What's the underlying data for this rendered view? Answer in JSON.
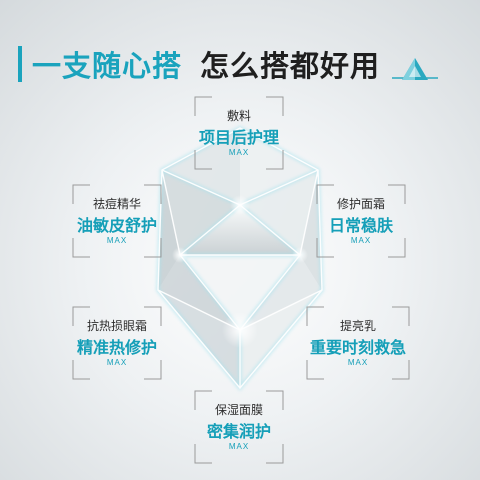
{
  "headline": {
    "accent": "一支随心搭",
    "main": "怎么搭都好用"
  },
  "colors": {
    "accent": "#1aa3bd",
    "text_dark": "#1f1f1f",
    "frame_line": "#9a9a9a"
  },
  "logo": {
    "icon": "triangle-logo-icon"
  },
  "cards": [
    {
      "label": "敷料",
      "title": "项目后护理",
      "suffix": "MAX"
    },
    {
      "label": "祛痘精华",
      "title": "油敏皮舒护",
      "suffix": "MAX"
    },
    {
      "label": "修护面霜",
      "title": "日常稳肤",
      "suffix": "MAX"
    },
    {
      "label": "抗热损眼霜",
      "title": "精准热修护",
      "suffix": "MAX"
    },
    {
      "label": "提亮乳",
      "title": "重要时刻救急",
      "suffix": "MAX"
    },
    {
      "label": "保湿面膜",
      "title": "密集润护",
      "suffix": "MAX"
    }
  ]
}
